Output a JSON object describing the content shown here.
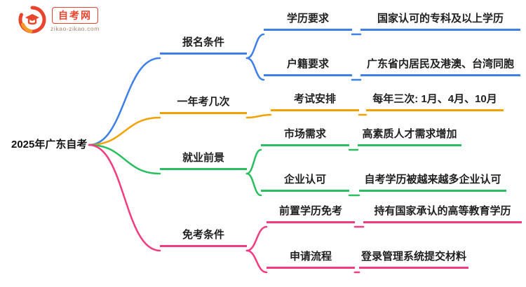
{
  "logo": {
    "site_name": "自考网",
    "site_url": "zikao-zikao.com"
  },
  "root": {
    "label": "2025年广东自考"
  },
  "branches": [
    {
      "label": "报名条件",
      "color": "#3E80E8",
      "children": [
        {
          "label": "学历要求",
          "value": "国家认可的专科及以上学历"
        },
        {
          "label": "户籍要求",
          "value": "广东省内居民及港澳、台湾同胞"
        }
      ]
    },
    {
      "label": "一年考几次",
      "color": "#F2A200",
      "children": [
        {
          "label": "考试安排",
          "value": "每年三次: 1月、4月、10月"
        }
      ]
    },
    {
      "label": "就业前景",
      "color": "#2BBE60",
      "children": [
        {
          "label": "市场需求",
          "value": "高素质人才需求增加"
        },
        {
          "label": "企业认可",
          "value": "自考学历被越来越多企业认可"
        }
      ]
    },
    {
      "label": "免考条件",
      "color": "#F23B80",
      "children": [
        {
          "label": "前置学历免考",
          "value": "持有国家承认的高等教育学历"
        },
        {
          "label": "申请流程",
          "value": "登录管理系统提交材料"
        }
      ]
    }
  ]
}
